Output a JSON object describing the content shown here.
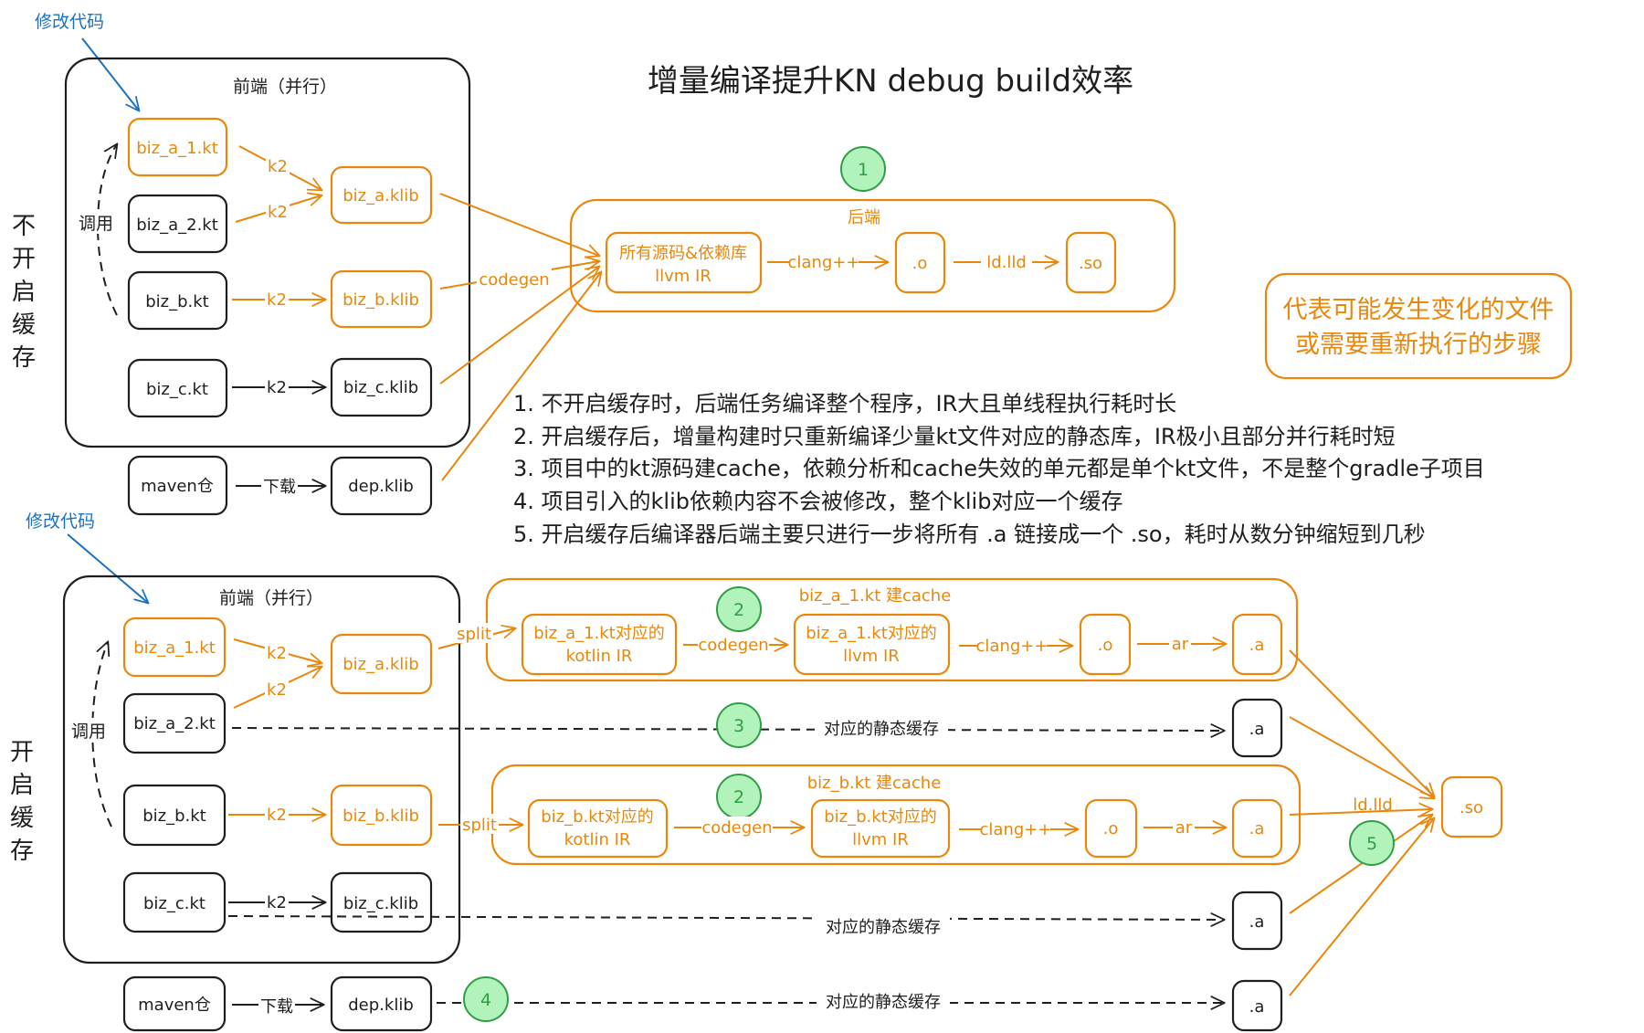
{
  "title": "增量编译提升KN debug build效率",
  "legend": {
    "line1": "代表可能发生变化的文件",
    "line2": "或需要重新执行的步骤"
  },
  "colors": {
    "changed": "#e8870b",
    "unchanged": "#1e1e1e",
    "annotation": "#1971c2",
    "step_fill": "#b2f2bb",
    "step_stroke": "#2f9e44"
  },
  "notes": [
    "1. 不开启缓存时，后端任务编译整个程序，IR大且单线程执行耗时长",
    "2. 开启缓存后，增量构建时只重新编译少量kt文件对应的静态库，IR极小且部分并行耗时短",
    "3. 项目中的kt源码建cache，依赖分析和cache失效的单元都是单个kt文件，不是整个gradle子项目",
    "4. 项目引入的klib依赖内容不会被修改，整个klib对应一个缓存",
    "5. 开启缓存后编译器后端主要只进行一步将所有 .a 链接成一个 .so，耗时从数分钟缩短到几秒"
  ],
  "no_cache": {
    "side_label": [
      "不",
      "开",
      "启",
      "缓",
      "存"
    ],
    "modify_label": "修改代码",
    "frontend_title": "前端（并行）",
    "call_label": "调用",
    "sources": {
      "a1": "biz_a_1.kt",
      "a2": "biz_a_2.kt",
      "b": "biz_b.kt",
      "c": "biz_c.kt",
      "maven": "maven仓"
    },
    "klibs": {
      "a": "biz_a.klib",
      "b": "biz_b.klib",
      "c": "biz_c.klib",
      "dep": "dep.klib"
    },
    "edge_k2": "k2",
    "edge_download": "下载",
    "edge_codegen": "codegen",
    "backend": {
      "title": "后端",
      "step": "1",
      "ir_line1": "所有源码&依赖库",
      "ir_line2": "llvm IR",
      "clang": "clang++",
      "obj": ".o",
      "lld": "ld.lld",
      "so": ".so"
    }
  },
  "with_cache": {
    "side_label": [
      "开",
      "启",
      "缓",
      "存"
    ],
    "modify_label": "修改代码",
    "frontend_title": "前端（并行）",
    "call_label": "调用",
    "sources": {
      "a1": "biz_a_1.kt",
      "a2": "biz_a_2.kt",
      "b": "biz_b.kt",
      "c": "biz_c.kt",
      "maven": "maven仓"
    },
    "klibs": {
      "a": "biz_a.klib",
      "b": "biz_b.klib",
      "c": "biz_c.klib",
      "dep": "dep.klib"
    },
    "edge_k2": "k2",
    "edge_split": "split",
    "edge_download": "下载",
    "cache_a": {
      "title": "biz_a_1.kt 建cache",
      "step": "2",
      "kir_line1": "biz_a_1.kt对应的",
      "kir_line2": "kotlin IR",
      "codegen": "codegen",
      "lir_line1": "biz_a_1.kt对应的",
      "lir_line2": "llvm IR",
      "clang": "clang++",
      "obj": ".o",
      "ar": "ar",
      "lib": ".a"
    },
    "cache_b": {
      "title": "biz_b.kt 建cache",
      "step": "2",
      "kir_line1": "biz_b.kt对应的",
      "kir_line2": "kotlin IR",
      "codegen": "codegen",
      "lir_line1": "biz_b.kt对应的",
      "lir_line2": "llvm IR",
      "clang": "clang++",
      "obj": ".o",
      "ar": "ar",
      "lib": ".a"
    },
    "static_cache_label": "对应的静态缓存",
    "step3": "3",
    "step4": "4",
    "step5": "5",
    "lib_a2": ".a",
    "lib_c": ".a",
    "lib_dep": ".a",
    "lld": "ld.lld",
    "so": ".so"
  }
}
